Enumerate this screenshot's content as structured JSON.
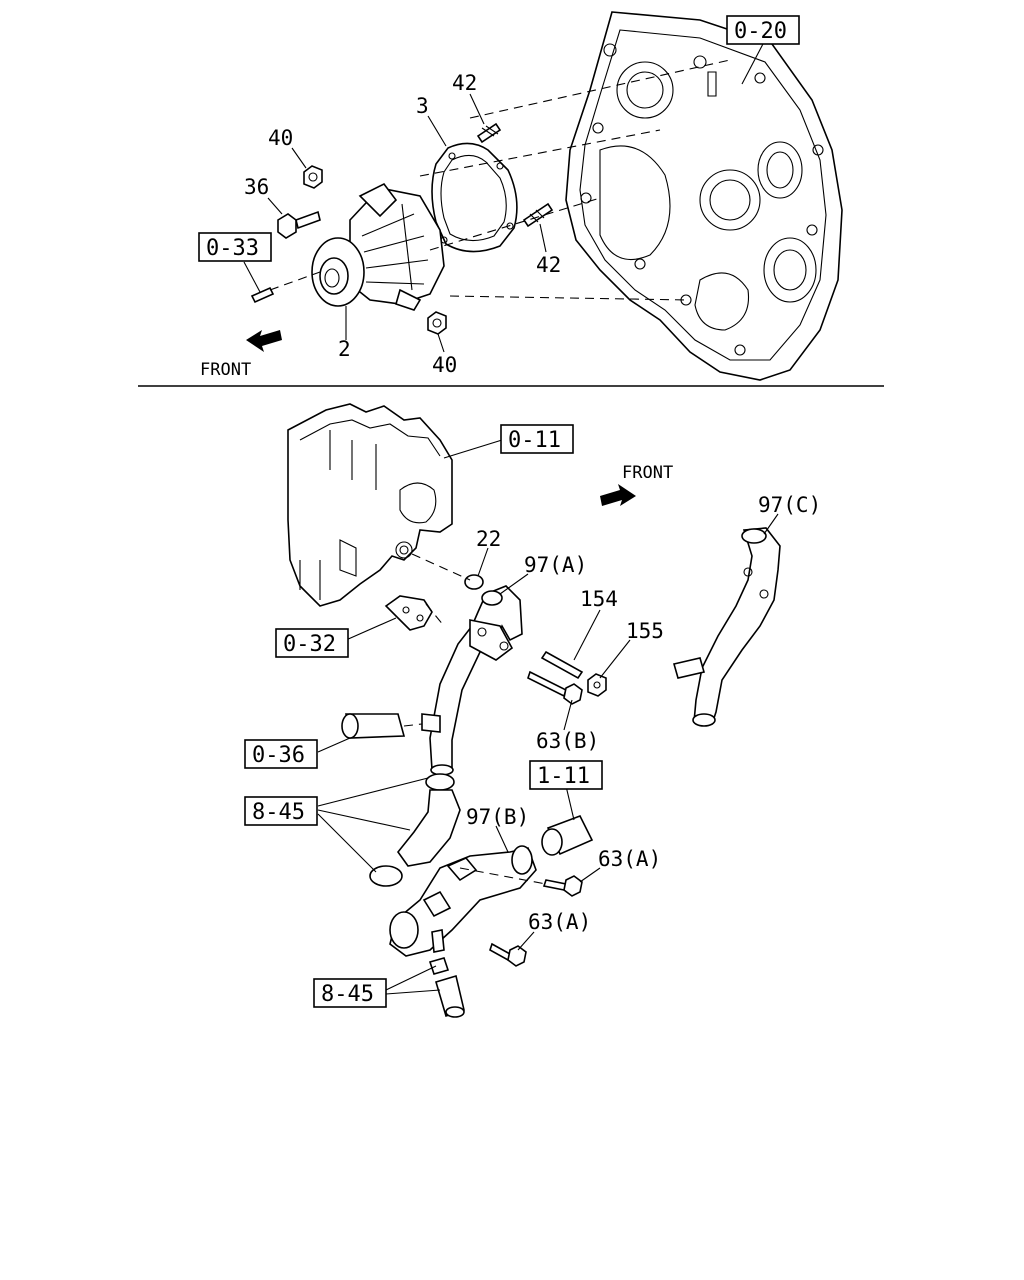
{
  "top_section": {
    "callouts": {
      "c42_top": "42",
      "c3": "3",
      "c40_top": "40",
      "c36": "36",
      "c42_bottom": "42",
      "c2": "2",
      "c40_bottom": "40"
    },
    "refs": {
      "r0_20": "0-20",
      "r0_33": "0-33"
    },
    "front_label": "FRONT"
  },
  "bottom_section": {
    "callouts": {
      "c22": "22",
      "c97a": "97(A)",
      "c154": "154",
      "c155": "155",
      "c97c": "97(C)",
      "c63b": "63(B)",
      "c97b": "97(B)",
      "c63a_1": "63(A)",
      "c63a_2": "63(A)"
    },
    "refs": {
      "r0_11": "0-11",
      "r0_32": "0-32",
      "r0_36": "0-36",
      "r1_11": "1-11",
      "r8_45_top": "8-45",
      "r8_45_bottom": "8-45"
    },
    "front_label": "FRONT"
  }
}
